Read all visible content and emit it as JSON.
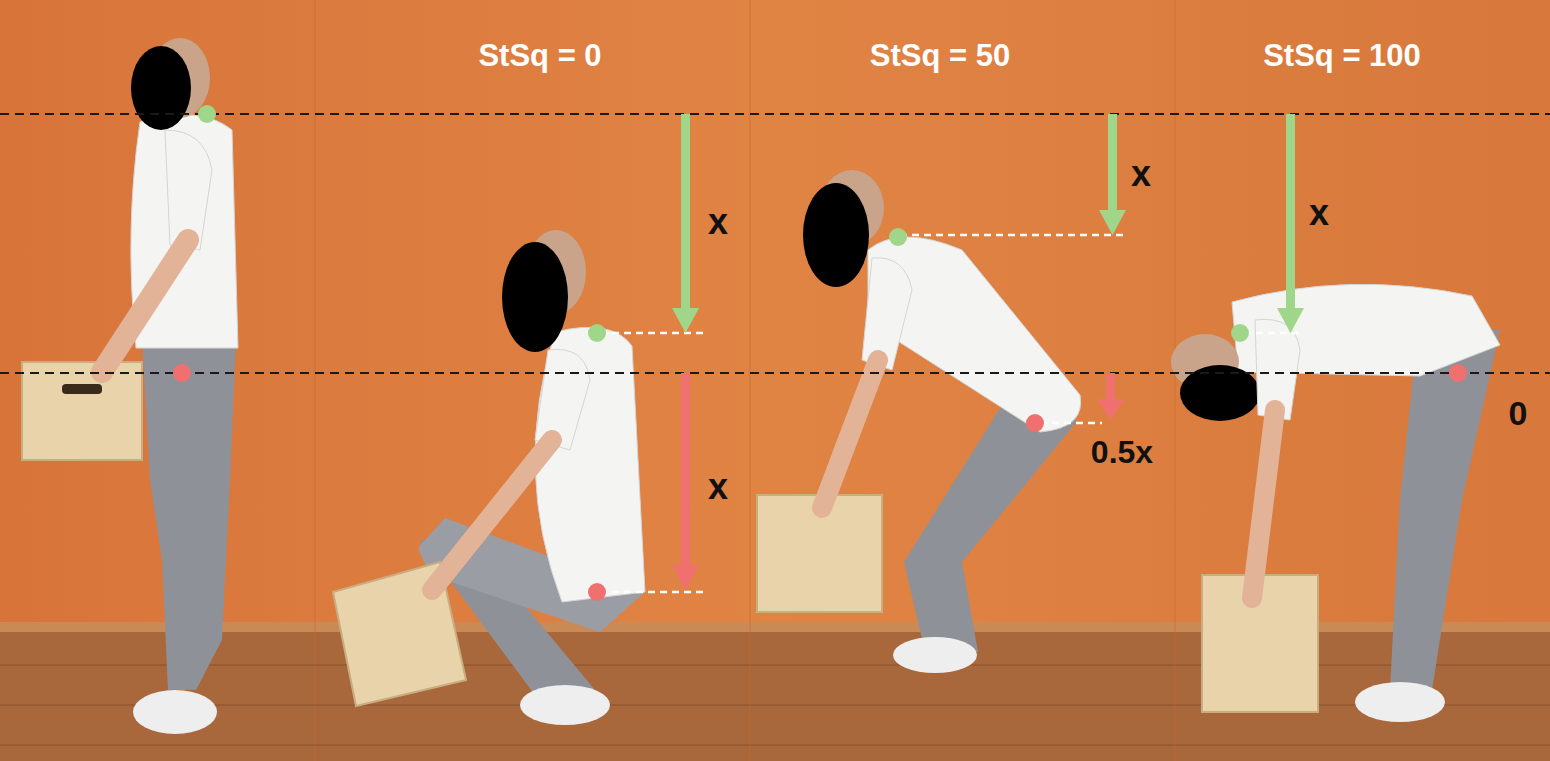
{
  "diagram": {
    "labels": [
      "StSq = 0",
      "StSq = 50",
      "StSq = 100",
      "x",
      "x",
      "x",
      "x",
      "0.5x",
      "0"
    ]
  }
}
